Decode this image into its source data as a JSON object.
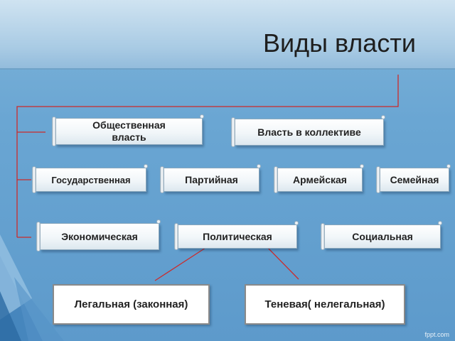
{
  "title": "Виды власти",
  "nodes": {
    "obshchestvennaya": "Общественная власть",
    "v_kollektive": "Власть в коллективе",
    "gosudarstvennaya": "Государственная",
    "partiynaya": "Партийная",
    "armeyskaya": "Армейская",
    "semeynaya": "Семейная",
    "ekonomicheskaya": "Экономическая",
    "politicheskaya": "Политическая",
    "socialnaya": "Социальная",
    "legalnaya": "Легальная (законная)",
    "tenevaya": "Теневая( нелегальная)"
  },
  "watermark": "fppt.com",
  "colors": {
    "connector": "#cc2b2b",
    "background": "#6aa6d3"
  }
}
